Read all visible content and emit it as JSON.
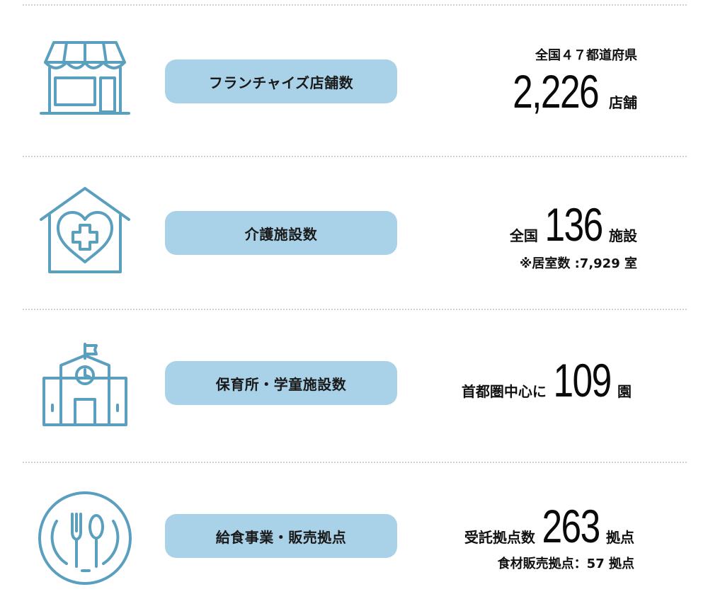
{
  "rows": [
    {
      "label": "フランチャイズ店舗数",
      "icon": "store-icon",
      "top_note": "全国４７都道府県",
      "number": "2,226",
      "unit": "店舗"
    },
    {
      "label": "介護施設数",
      "icon": "care-home-icon",
      "prefix": "全国",
      "number": "136",
      "unit": "施設",
      "bottom_note": "※居室数 :7,929 室"
    },
    {
      "label": "保育所・学童施設数",
      "icon": "school-icon",
      "prefix": "首都圏中心に",
      "number": "109",
      "unit": "園"
    },
    {
      "label": "給食事業・販売拠点",
      "icon": "meal-plate-icon",
      "prefix": "受託拠点数",
      "number": "263",
      "unit": "拠点",
      "bottom_note": "食材販売拠点：57 拠点"
    }
  ],
  "colors": {
    "icon": "#5a9fbd",
    "pill": "#a9d1e8",
    "divider": "#cfcfcf"
  }
}
